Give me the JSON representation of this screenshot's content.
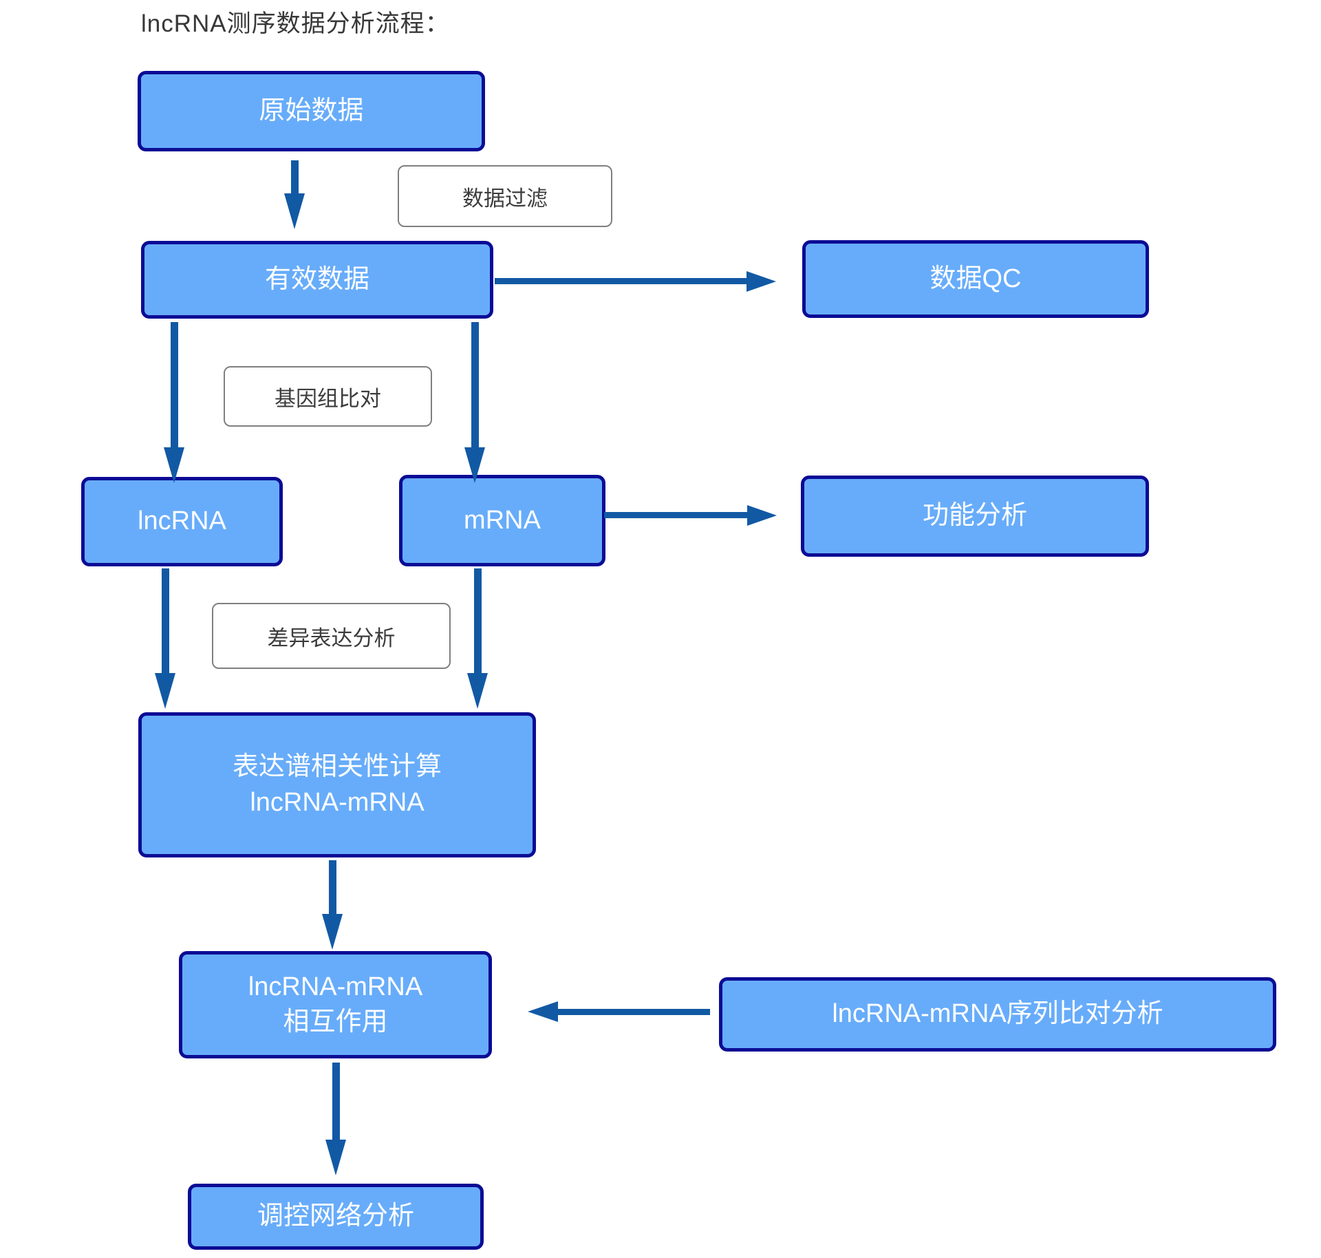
{
  "title": "lncRNA测序数据分析流程：",
  "colors": {
    "node_fill": "#67acfa",
    "node_border": "#0b0b95",
    "node_text": "#ffffff",
    "arrow": "#1259a4",
    "edge_label_border": "#7f7f7f",
    "edge_label_text": "#3c3c3c",
    "title_text": "#383838",
    "background": "#ffffff"
  },
  "nodes": {
    "raw_data": {
      "label": "原始数据"
    },
    "valid_data": {
      "label": "有效数据"
    },
    "data_qc": {
      "label": "数据QC"
    },
    "lncrna": {
      "label": "lncRNA"
    },
    "mrna": {
      "label": "mRNA"
    },
    "functional_analysis": {
      "label": "功能分析"
    },
    "expression_correlation": {
      "label": "表达谱相关性计算\nlncRNA-mRNA"
    },
    "interaction": {
      "label": "lncRNA-mRNA\n相互作用"
    },
    "sequence_alignment": {
      "label": "lncRNA-mRNA序列比对分析"
    },
    "regulatory_network": {
      "label": "调控网络分析"
    }
  },
  "edge_labels": {
    "data_filter": "数据过滤",
    "genome_alignment": "基因组比对",
    "diff_expression": "差异表达分析"
  }
}
